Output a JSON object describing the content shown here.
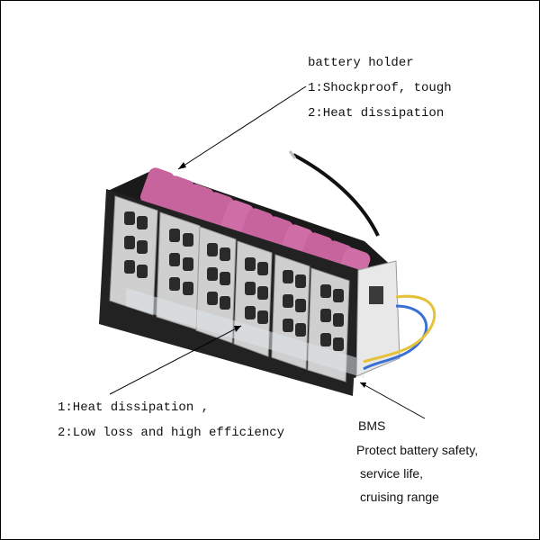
{
  "battery_holder": {
    "title": "battery holder",
    "line1": "1:Shockproof, tough",
    "line2": "2:Heat dissipation"
  },
  "nickel_strip": {
    "line1": "1:Heat dissipation ,",
    "line2": "2:Low loss and high efficiency"
  },
  "bms": {
    "title": "BMS",
    "line1": "Protect battery safety,",
    "line2": "service life,",
    "line3": "cruising range"
  },
  "colors": {
    "cell_pink": "#c7649e",
    "holder_black": "#1a1a1a",
    "nickel": "#c9c9c9",
    "wire_blue": "#3a6fd6",
    "wire_yellow": "#e6c23a"
  },
  "icons": [
    "battery-pack-image",
    "arrow-line"
  ]
}
